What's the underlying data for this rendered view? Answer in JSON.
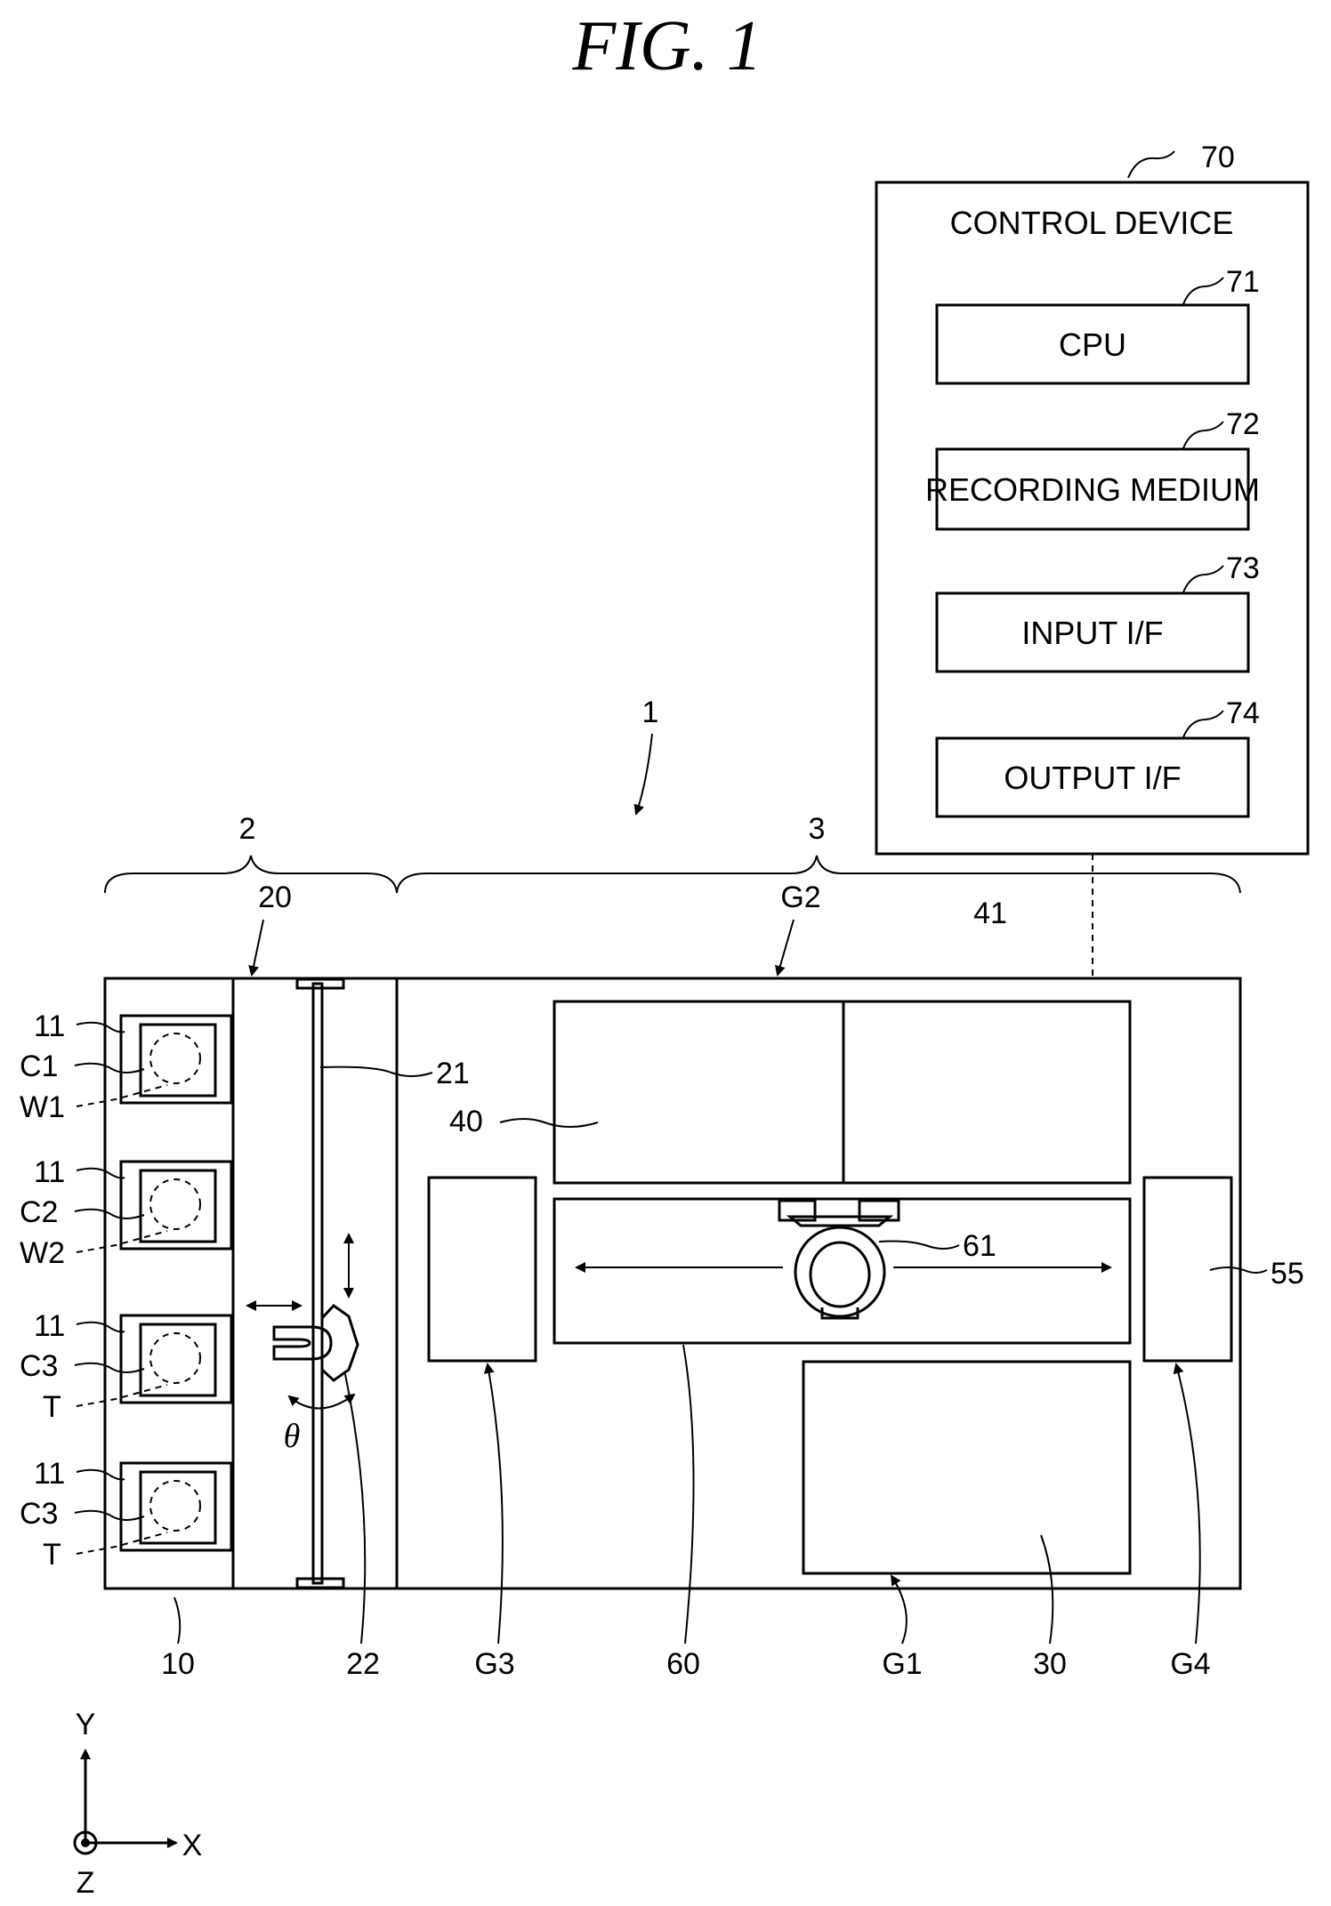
{
  "figure": {
    "title": "FIG. 1"
  },
  "control_device": {
    "ref": "70",
    "title": "CONTROL DEVICE",
    "blocks": [
      {
        "ref": "71",
        "label": "CPU"
      },
      {
        "ref": "72",
        "label": "RECORDING MEDIUM"
      },
      {
        "ref": "73",
        "label": "INPUT I/F"
      },
      {
        "ref": "74",
        "label": "OUTPUT I/F"
      }
    ]
  },
  "system": {
    "ref_system": "1",
    "ref_station_left": "2",
    "ref_station_right": "3",
    "ref_transfer": "20",
    "ref_g2": "G2",
    "ref_41": "41",
    "ref_21": "21",
    "ref_40": "40",
    "ref_61": "61",
    "ref_55": "55",
    "theta": "θ",
    "bottom_refs": [
      "10",
      "22",
      "G3",
      "60",
      "G1",
      "30",
      "G4"
    ],
    "cassettes": [
      {
        "a": "11",
        "b": "C1",
        "c": "W1"
      },
      {
        "a": "11",
        "b": "C2",
        "c": "W2"
      },
      {
        "a": "11",
        "b": "C3",
        "c": "T"
      },
      {
        "a": "11",
        "b": "C3",
        "c": "T"
      }
    ]
  },
  "axes": {
    "y": "Y",
    "x": "X",
    "z": "Z"
  }
}
